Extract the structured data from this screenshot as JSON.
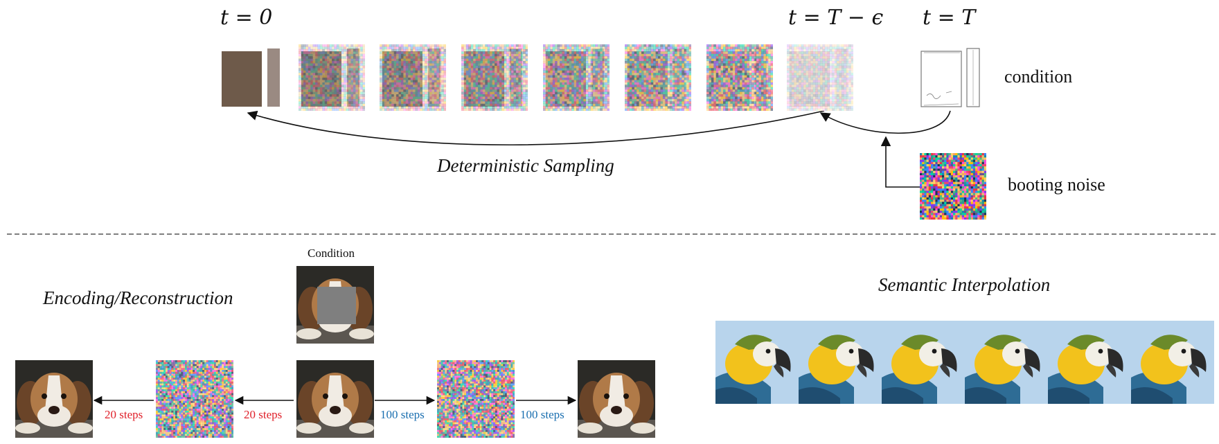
{
  "top": {
    "label_t0": "t = 0",
    "label_teps": "t = T − ϵ",
    "label_tT": "t = T",
    "condition_label": "condition",
    "booting_noise_label": "booting noise",
    "deterministic_sampling_label": "Deterministic Sampling"
  },
  "bottom_left": {
    "title": "Encoding/Reconstruction",
    "condition_label": "Condition",
    "steps": [
      {
        "label": "20 steps",
        "color": "#e0202a"
      },
      {
        "label": "20 steps",
        "color": "#e0202a"
      },
      {
        "label": "100 steps",
        "color": "#1a6fb0"
      },
      {
        "label": "100 steps",
        "color": "#1a6fb0"
      }
    ]
  },
  "bottom_right": {
    "title": "Semantic Interpolation"
  },
  "colors": {
    "reconstruction_steps_20": "#e0202a",
    "reconstruction_steps_100": "#1a6fb0",
    "divider": "#333333",
    "sky": "#b8d4ec"
  }
}
